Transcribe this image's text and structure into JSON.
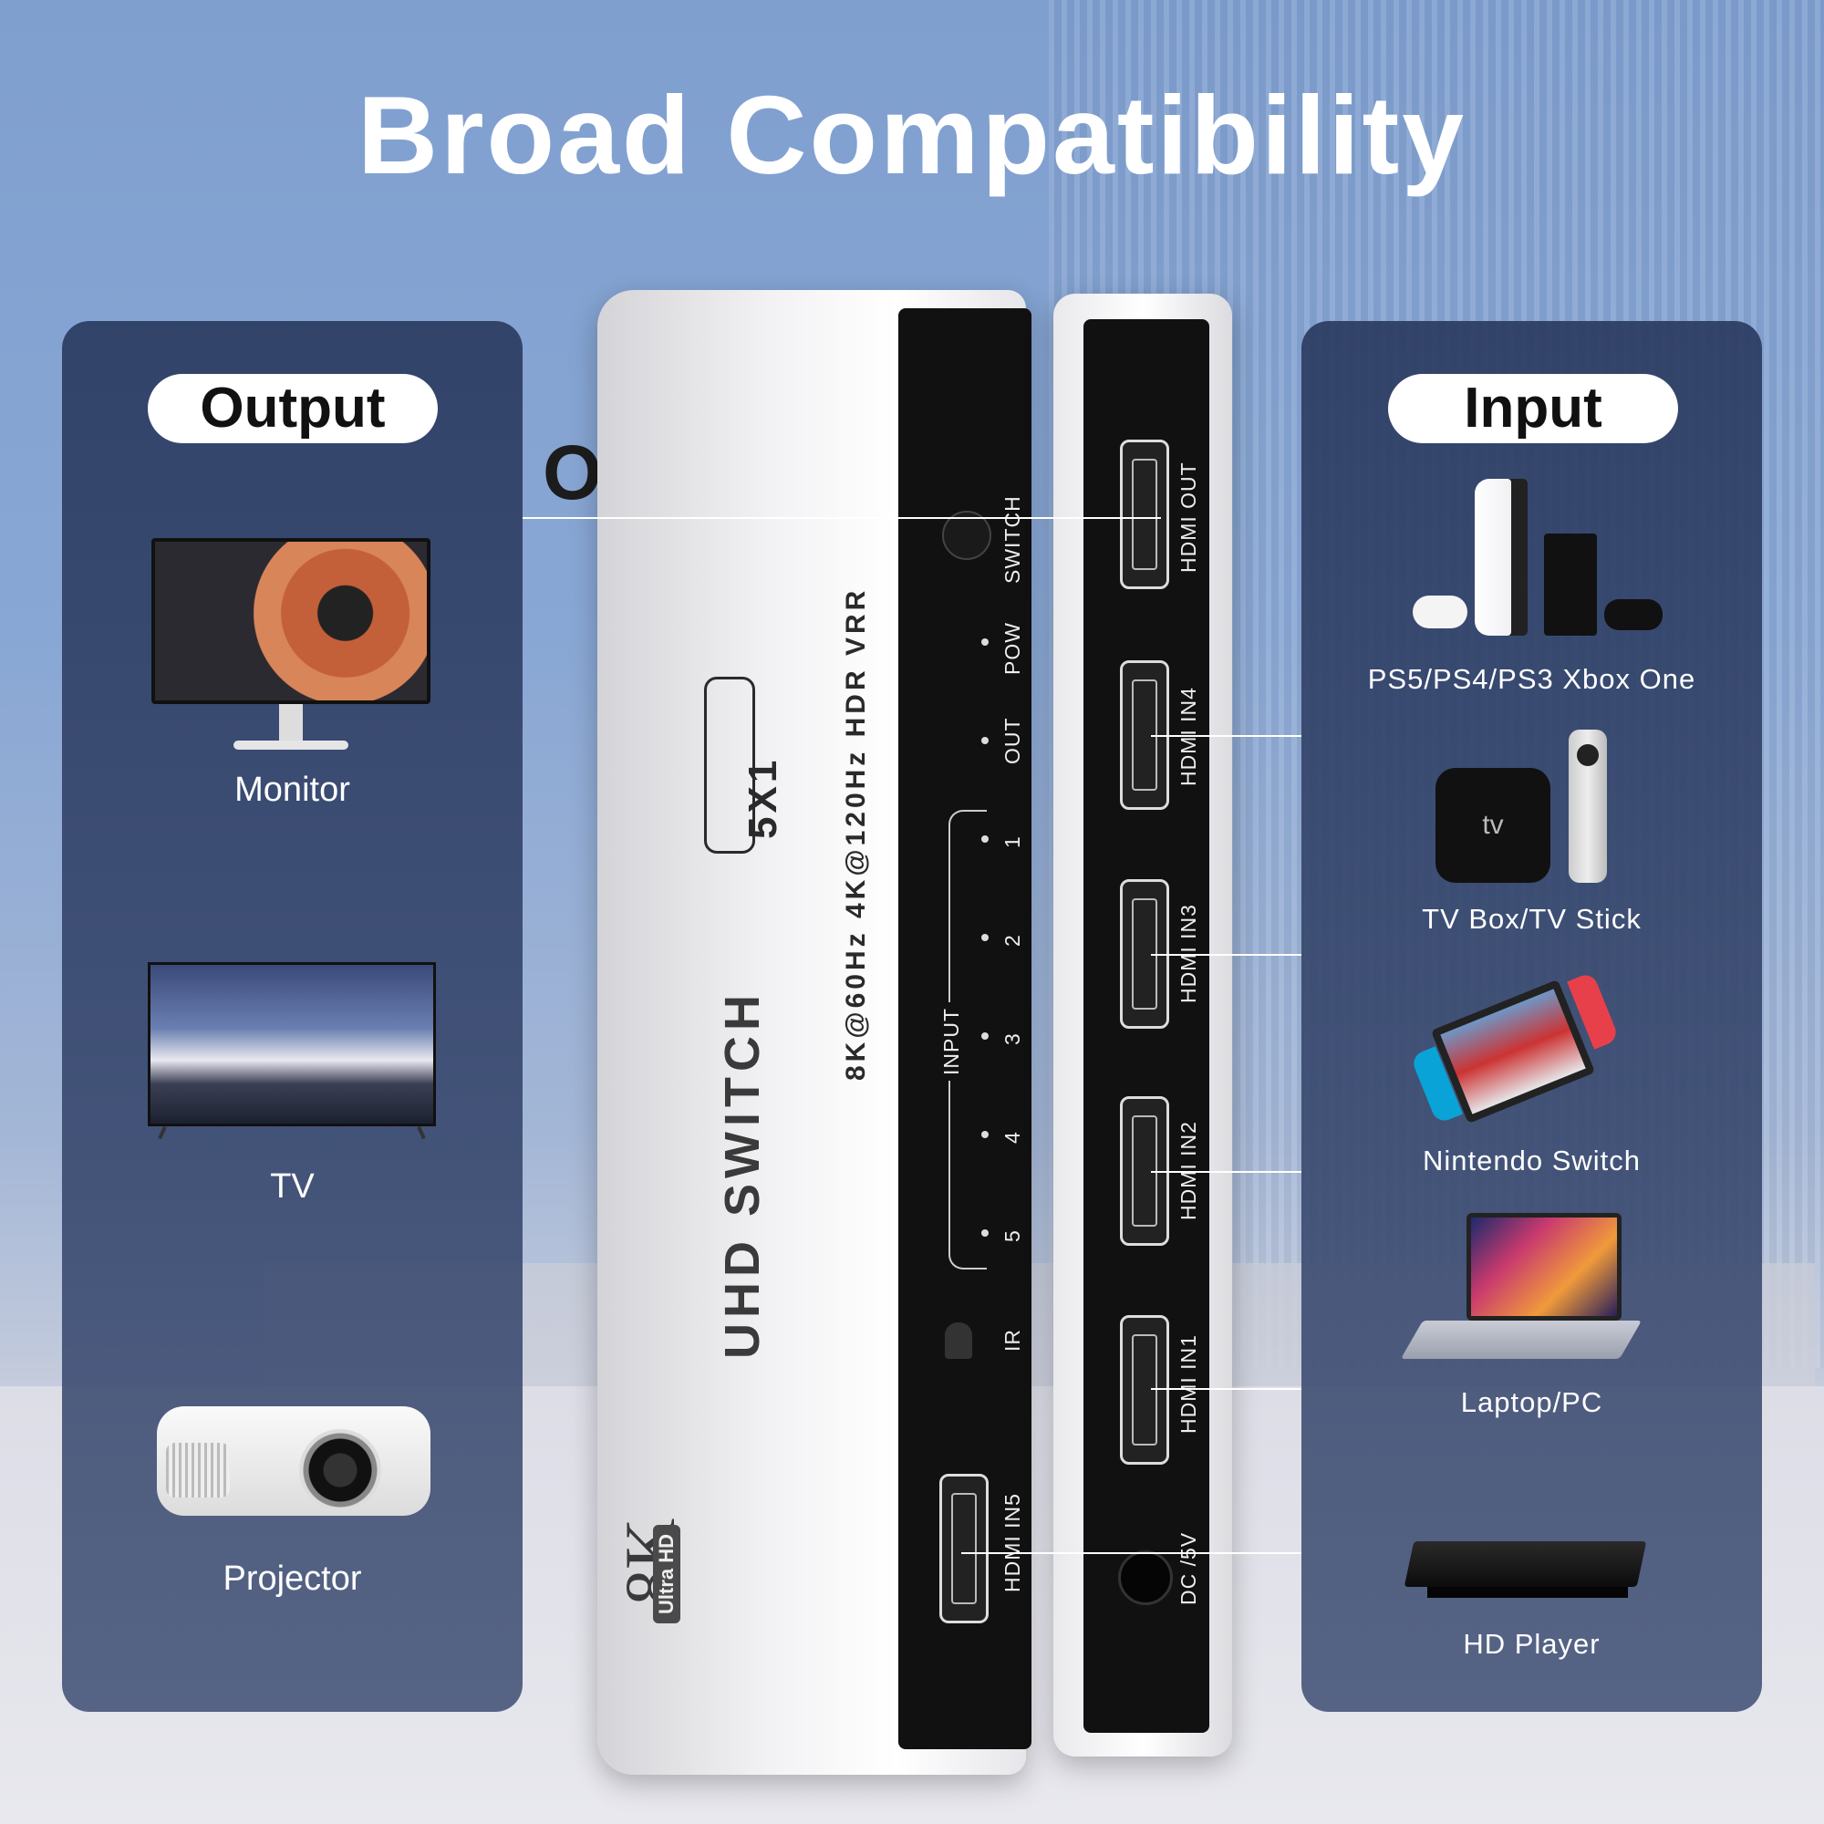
{
  "title": "Broad Compatibility",
  "output_panel": {
    "heading": "Output",
    "devices": [
      {
        "label": "Monitor",
        "icon": "monitor-icon"
      },
      {
        "label": "TV",
        "icon": "tv-icon"
      },
      {
        "label": "Projector",
        "icon": "projector-icon"
      }
    ]
  },
  "input_panel": {
    "heading": "Input",
    "devices": [
      {
        "label": "PS5/PS4/PS3 Xbox One",
        "icon": "console-icon"
      },
      {
        "label": "TV Box/TV Stick",
        "icon": "tv-box-icon"
      },
      {
        "label": "Nintendo Switch",
        "icon": "nintendo-switch-icon"
      },
      {
        "label": "Laptop/PC",
        "icon": "laptop-icon"
      },
      {
        "label": "HD Player",
        "icon": "hd-player-icon"
      }
    ]
  },
  "out_callout": "OUT",
  "switch": {
    "spec_line": "8K@60Hz 4K@120Hz HDR VRR",
    "model_badge": "5X1",
    "product_name": "UHD SWITCH",
    "logo_main": "8K",
    "logo_sub": "Ultra HD",
    "front_labels": {
      "switch": "SWITCH",
      "pow": "POW",
      "out": "OUT",
      "input": "INPUT",
      "ir": "IR",
      "numbers": [
        "1",
        "2",
        "3",
        "4",
        "5"
      ],
      "hdmi_in5": "HDMI IN5"
    },
    "rear_labels": {
      "hdmi_out": "HDMI OUT",
      "hdmi_in4": "HDMI IN4",
      "hdmi_in3": "HDMI IN3",
      "hdmi_in2": "HDMI IN2",
      "hdmi_in1": "HDMI IN1",
      "dc": "DC /5V"
    }
  },
  "colors": {
    "panel": "#34466f",
    "pill": "#ffffff",
    "title_text": "#ffffff",
    "switch_body": "#f0f0f2",
    "switch_face": "#111111"
  }
}
